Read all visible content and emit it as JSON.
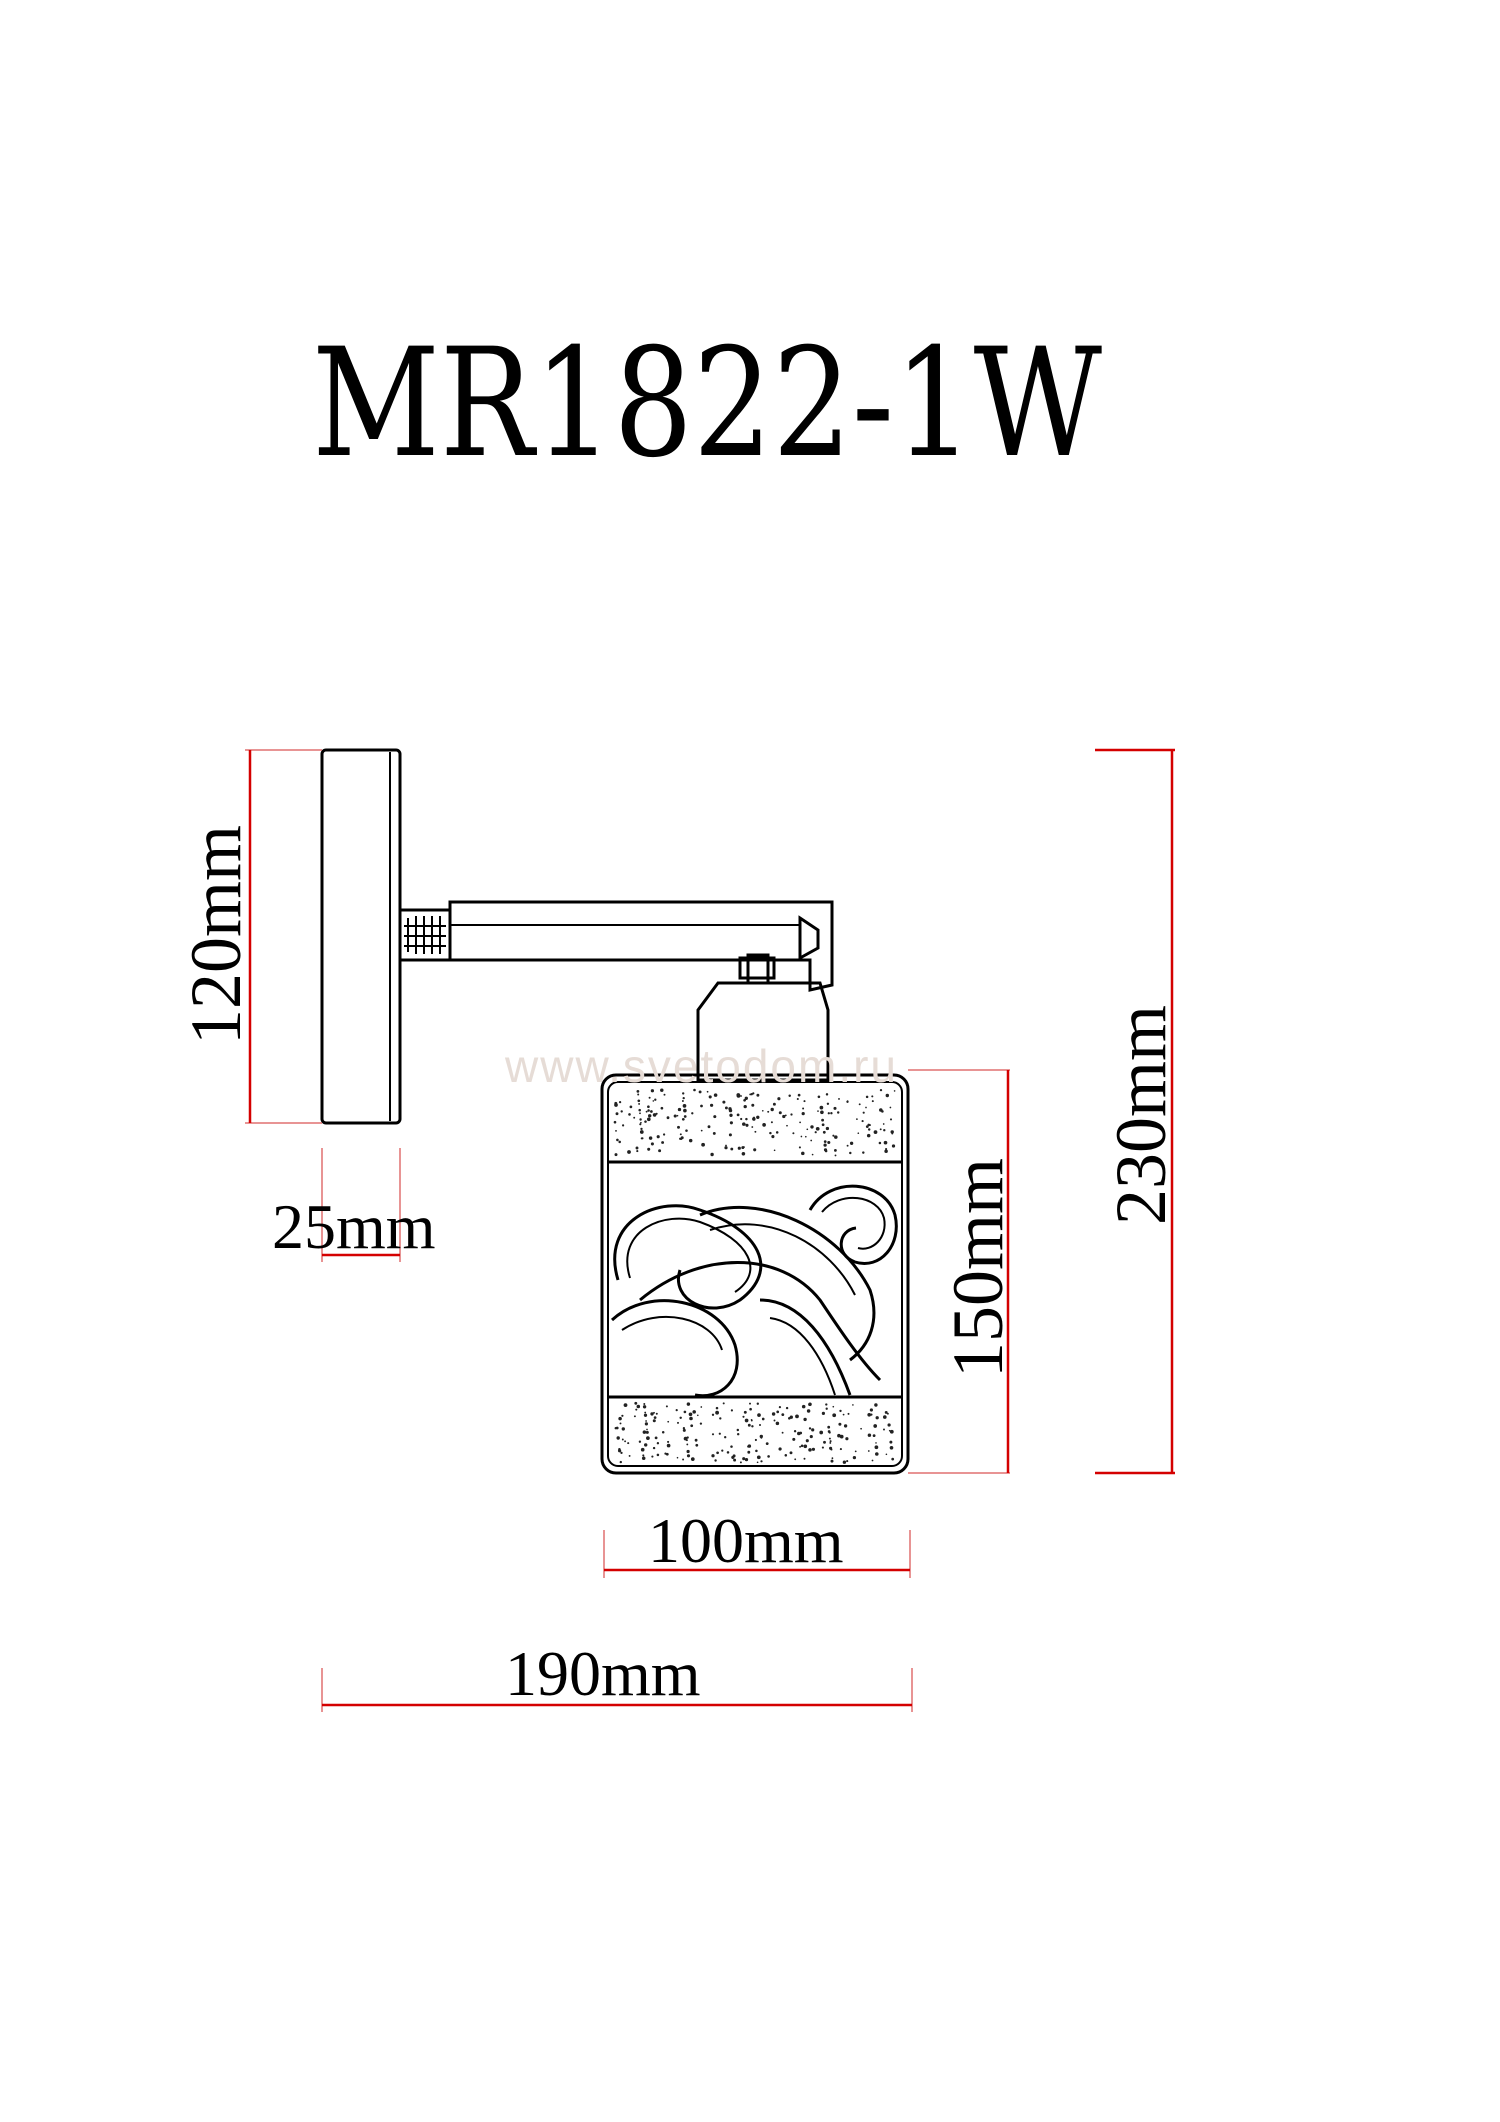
{
  "title": "MR1822-1W",
  "watermark": "www.svetodom.ru",
  "colors": {
    "dimension_line": "#d40000",
    "outline": "#000000",
    "background": "#ffffff"
  },
  "dimensions": {
    "backplate_height": "120mm",
    "backplate_depth": "25mm",
    "shade_height": "150mm",
    "total_height": "230mm",
    "shade_width": "100mm",
    "total_width": "190mm"
  }
}
